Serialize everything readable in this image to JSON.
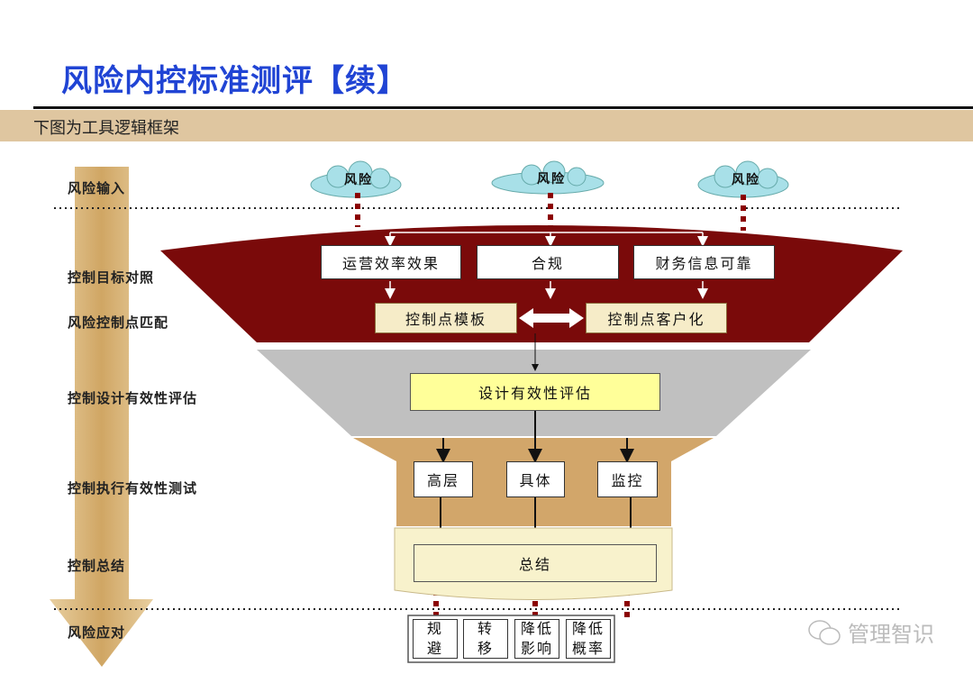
{
  "title": "风险内控标准测评【续】",
  "subtitle": "下图为工具逻辑框架",
  "stages": [
    "风险输入",
    "控制目标对照",
    "风险控制点匹配",
    "控制设计有效性评估",
    "控制执行有效性测试",
    "控制总结",
    "风险应对"
  ],
  "clouds": [
    "风险",
    "风险",
    "风险"
  ],
  "objectives": [
    "运营效率效果",
    "合规",
    "财务信息可靠"
  ],
  "templates": [
    "控制点模板",
    "控制点客户化"
  ],
  "design": "设计有效性评估",
  "execution": [
    "高层",
    "具体",
    "监控"
  ],
  "summary": "总结",
  "responses": [
    [
      "规",
      "避"
    ],
    [
      "转",
      "移"
    ],
    [
      "降低",
      "影响"
    ],
    [
      "降低",
      "概率"
    ]
  ],
  "watermark": "管理智识"
}
